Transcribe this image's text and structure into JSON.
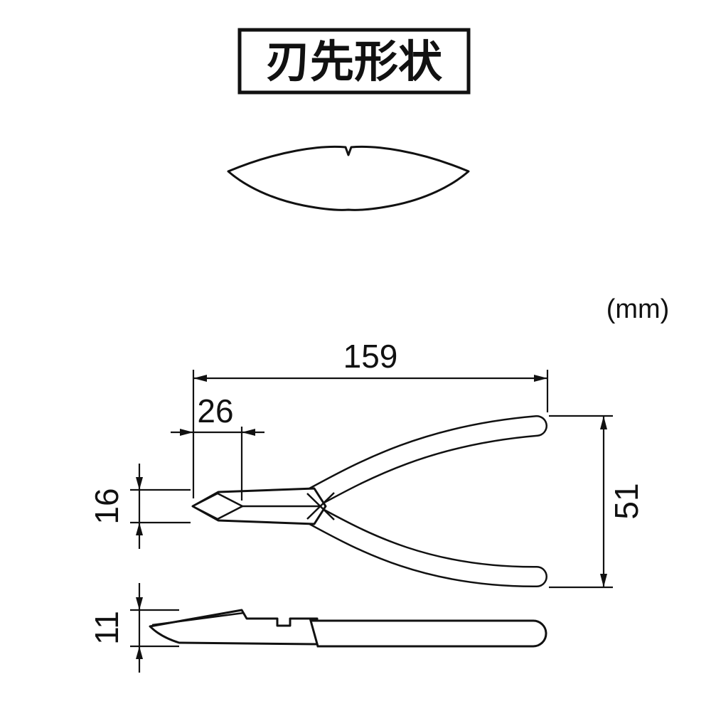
{
  "page": {
    "background": "#ffffff"
  },
  "title_box": {
    "text": "刃先形状"
  },
  "unit_note": "(mm)",
  "drawing": {
    "kind": "technical-dimension-diagram",
    "line_color": "#111111",
    "views": [
      {
        "name": "blade-edge-profile"
      },
      {
        "name": "pliers-top-view"
      },
      {
        "name": "pliers-side-view"
      }
    ],
    "dimensions": {
      "overall_length": "159",
      "blade_length": "26",
      "head_height": "16",
      "handle_spread": "51",
      "thickness": "11"
    }
  }
}
